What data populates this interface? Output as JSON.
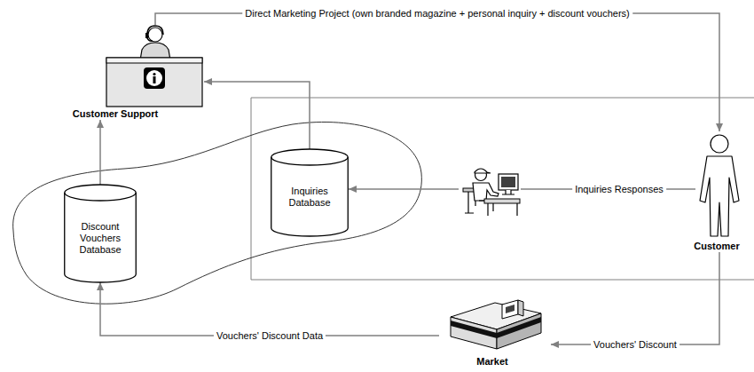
{
  "diagram": {
    "nodes": [
      {
        "text": [
          "Customer Support"
        ]
      },
      {
        "text": [
          "Inquiries Database"
        ]
      },
      {
        "text": [
          "Discount Vouchers Database"
        ]
      },
      {
        "text": [
          "Customer"
        ]
      },
      {
        "text": [
          "Market"
        ]
      }
    ],
    "edges": [
      {
        "from": 0,
        "to": 3,
        "label": "Direct Marketing Project (own branded magazine + personal inquiry + discount vouchers)",
        "arrow": "to"
      },
      {
        "from": 3,
        "to": 1,
        "label": "Inquiries Responses",
        "arrow": "to"
      },
      {
        "from": 1,
        "to": 0,
        "arrow": "to"
      },
      {
        "from": 2,
        "to": 0,
        "arrow": "to"
      },
      {
        "from": 3,
        "to": 4,
        "label": "Vouchers' Discount",
        "arrow": "to"
      },
      {
        "from": 4,
        "to": 2,
        "label": "Vouchers' Discount Data",
        "arrow": "to"
      }
    ]
  }
}
